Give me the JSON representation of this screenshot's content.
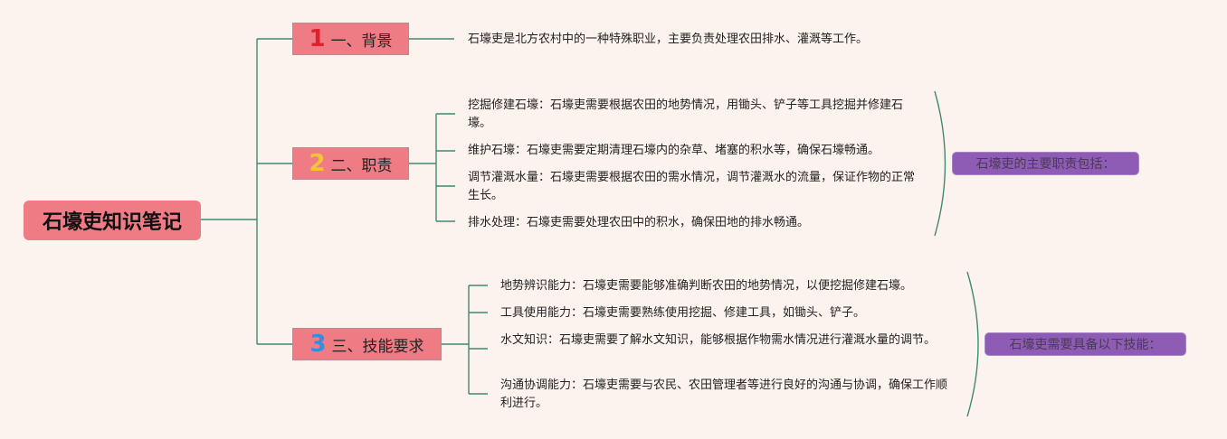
{
  "root": {
    "title": "石壕吏知识笔记"
  },
  "branches": [
    {
      "number": "1",
      "label": "一、背景",
      "items": [
        "石壕吏是北方农村中的一种特殊职业，主要负责处理农田排水、灌溉等工作。"
      ]
    },
    {
      "number": "2",
      "label": "二、职责",
      "items": [
        "挖掘修建石壕：石壕吏需要根据农田的地势情况，用锄头、铲子等工具挖掘并修建石壕。",
        "维护石壕：石壕吏需要定期清理石壕内的杂草、堵塞的积水等，确保石壕畅通。",
        "调节灌溉水量：石壕吏需要根据农田的需水情况，调节灌溉水的流量，保证作物的正常生长。",
        "排水处理：石壕吏需要处理农田中的积水，确保田地的排水畅通。"
      ],
      "summary": "石壕吏的主要职责包括："
    },
    {
      "number": "3",
      "label": "三、技能要求",
      "items": [
        "地势辨识能力：石壕吏需要能够准确判断农田的地势情况，以便挖掘修建石壕。",
        "工具使用能力：石壕吏需要熟练使用挖掘、修建工具，如锄头、铲子。",
        "水文知识：石壕吏需要了解水文知识，能够根据作物需水情况进行灌溉水量的调节。",
        "沟通协调能力：石壕吏需要与农民、农田管理者等进行良好的沟通与协调，确保工作顺利进行。"
      ],
      "summary": "石壕吏需要具备以下技能："
    }
  ],
  "colors": {
    "background": "#fdf3ee",
    "node": "#ef7b85",
    "connector": "#3f8a6e",
    "summary": "#8e5cb4",
    "number1": "#e0202e",
    "number2": "#f3c33c",
    "number3": "#2f8fe0"
  }
}
